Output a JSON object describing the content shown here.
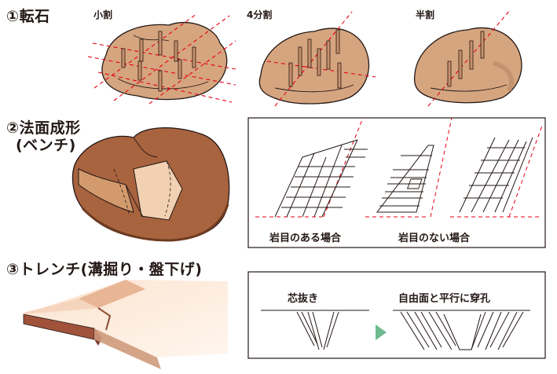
{
  "sections": [
    {
      "title": "①転石",
      "labels": [
        "小割",
        "4分割",
        "半割"
      ]
    },
    {
      "title": "②法面成形",
      "subtitle": "(ベンチ)",
      "captions": [
        "岩目のある場合",
        "岩目のない場合"
      ]
    },
    {
      "title": "③トレンチ(溝掘り・盤下げ)",
      "captions": [
        "芯抜き",
        "自由面と平行に穿孔"
      ]
    }
  ],
  "colors": {
    "rock": "#d5a580",
    "rock_dark": "#b88562",
    "outline": "#231815",
    "guide_line": "#e60012",
    "borehole": "#c9906a",
    "glove": "#a8633f",
    "arrow": "#6dbb8f"
  }
}
